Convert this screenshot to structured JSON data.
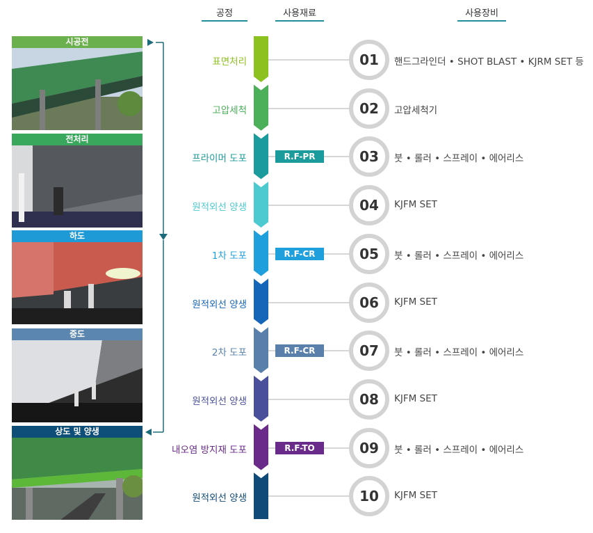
{
  "headers": {
    "process": "공정",
    "material": "사용재료",
    "equipment": "사용장비"
  },
  "photos": [
    {
      "label": "시공전",
      "color": "#6ab04c"
    },
    {
      "label": "전처리",
      "color": "#3aa85c"
    },
    {
      "label": "하도",
      "color": "#1e9ad6"
    },
    {
      "label": "중도",
      "color": "#5a86b0"
    },
    {
      "label": "상도 및 양생",
      "color": "#0e4f7a"
    }
  ],
  "steps": [
    {
      "no": "01",
      "name": "표면처리",
      "material": "",
      "equipment": "핸드그라인더 • SHOT BLAST • KJRM SET 등",
      "color": "#8cc21f"
    },
    {
      "no": "02",
      "name": "고압세척",
      "material": "",
      "equipment": "고압세척기",
      "color": "#4caf5a"
    },
    {
      "no": "03",
      "name": "프라이머 도포",
      "material": "R.F-PR",
      "equipment": "붓 • 롤러 • 스프레이 • 에어리스",
      "color": "#1b9b9b"
    },
    {
      "no": "04",
      "name": "원적외선 양생",
      "material": "",
      "equipment": "KJFM SET",
      "color": "#4ccad0"
    },
    {
      "no": "05",
      "name": "1차 도포",
      "material": "R.F-CR",
      "equipment": "붓 • 롤러 • 스프레이 • 에어리스",
      "color": "#1f9fdc"
    },
    {
      "no": "06",
      "name": "원적외선 양생",
      "material": "",
      "equipment": "KJFM SET",
      "color": "#1565b8"
    },
    {
      "no": "07",
      "name": "2차 도포",
      "material": "R.F-CR",
      "equipment": "붓 • 롤러 • 스프레이 • 에어리스",
      "color": "#5880aa"
    },
    {
      "no": "08",
      "name": "원적외선 양생",
      "material": "",
      "equipment": "KJFM SET",
      "color": "#4a4f9c"
    },
    {
      "no": "09",
      "name": "내오염 방지재 도포",
      "material": "R.F-TO",
      "equipment": "붓 • 롤러 • 스프레이 • 에어리스",
      "color": "#6a2a8a"
    },
    {
      "no": "10",
      "name": "원적외선 양생",
      "material": "",
      "equipment": "KJFM SET",
      "color": "#104a78"
    }
  ]
}
